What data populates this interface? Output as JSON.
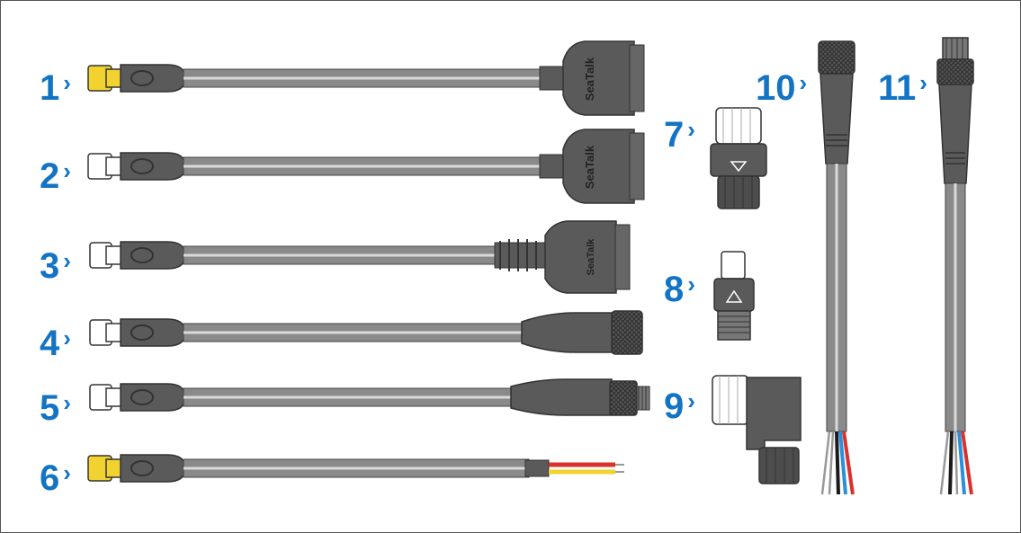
{
  "diagram": {
    "colors": {
      "label_blue": "#1474c4",
      "cable_grey": "#8a8a8a",
      "cable_highlight": "#d9d9d9",
      "connector_dark": "#4d4d4d",
      "connector_yellow": "#f2d22e",
      "wire_red": "#d9312b",
      "wire_yellow": "#f2d22e",
      "wire_blue": "#2b8fd9",
      "wire_black": "#1a1a1a"
    },
    "brand_text": "SeaTalk",
    "items": [
      {
        "label": "1",
        "chevron": "›"
      },
      {
        "label": "2",
        "chevron": "›"
      },
      {
        "label": "3",
        "chevron": "›"
      },
      {
        "label": "4",
        "chevron": "›"
      },
      {
        "label": "5",
        "chevron": "›"
      },
      {
        "label": "6",
        "chevron": "›"
      },
      {
        "label": "7",
        "chevron": "›"
      },
      {
        "label": "8",
        "chevron": "›"
      },
      {
        "label": "9",
        "chevron": "›"
      },
      {
        "label": "10",
        "chevron": "›"
      },
      {
        "label": "11",
        "chevron": "›"
      }
    ]
  }
}
